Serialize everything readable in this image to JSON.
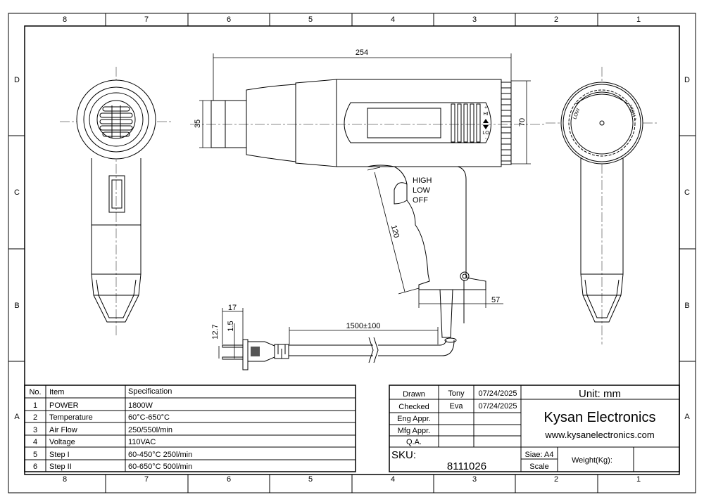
{
  "frame": {
    "columns": [
      "8",
      "7",
      "6",
      "5",
      "4",
      "3",
      "2",
      "1"
    ],
    "rows": [
      "D",
      "C",
      "B",
      "A"
    ]
  },
  "drawing": {
    "dim_length": "254",
    "dim_nozzle": "35",
    "dim_height": "70",
    "dim_handle": "120",
    "dim_base": "57",
    "dim_cord": "1500±100",
    "dim_plug_width": "17",
    "dim_pin_spacing": "12.7",
    "dim_pin_thickness": "1.5",
    "switch_labels": [
      "HIGH",
      "LOW",
      "OFF"
    ],
    "panel_hi": "HI",
    "panel_lo": "LO",
    "panel_plus": "+",
    "panel_minus": "-",
    "dial_low": "LOW",
    "dial_high": "HIGH +"
  },
  "spec_table": {
    "headers": [
      "No.",
      "Item",
      "Specification"
    ],
    "rows": [
      {
        "no": "1",
        "item": "POWER",
        "spec": "1800W"
      },
      {
        "no": "2",
        "item": "Temperature",
        "spec": "60°C-650°C"
      },
      {
        "no": "3",
        "item": "Air Flow",
        "spec": "250/550l/min"
      },
      {
        "no": "4",
        "item": "Voltage",
        "spec": "110VAC"
      },
      {
        "no": "5",
        "item": "Step I",
        "spec": "60-450°C  250l/min"
      },
      {
        "no": "6",
        "item": "Step II",
        "spec": "60-650°C  500l/min"
      }
    ]
  },
  "title_block": {
    "approvals": [
      {
        "role": "Drawn",
        "name": "Tony",
        "date": "07/24/2025"
      },
      {
        "role": "Checked",
        "name": "Eva",
        "date": "07/24/2025"
      },
      {
        "role": "Eng Appr.",
        "name": "",
        "date": ""
      },
      {
        "role": "Mfg Appr.",
        "name": "",
        "date": ""
      },
      {
        "role": "Q.A.",
        "name": "",
        "date": ""
      }
    ],
    "unit": "Unit: mm",
    "company": "Kysan Electronics",
    "website": "www.kysanelectronics.com",
    "sku_label": "SKU:",
    "sku_value": "8111026",
    "size": "Siae: A4",
    "scale": "Scale",
    "weight_label": "Weight(Kg):"
  }
}
